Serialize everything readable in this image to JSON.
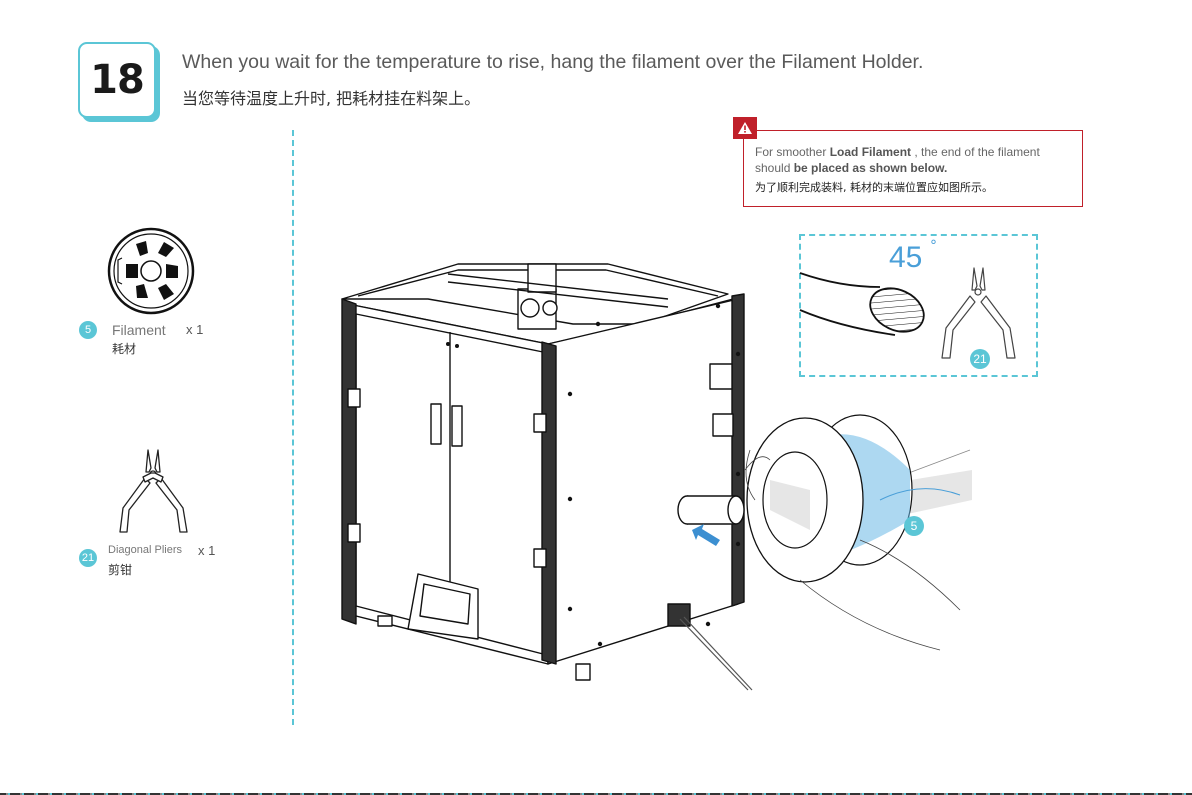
{
  "step": {
    "number": "18",
    "title_en": "When you wait for the temperature to rise, hang the filament over the Filament Holder.",
    "title_zh": "当您等待温度上升时, 把耗材挂在料架上。"
  },
  "parts": [
    {
      "callout": "5",
      "name_en": "Filament",
      "qty": "x 1",
      "name_zh": "耗材",
      "icon": "filament-spool-icon"
    },
    {
      "callout": "21",
      "name_en": "Diagonal Pliers",
      "qty": "x 1",
      "name_zh": "剪钳",
      "icon": "diagonal-pliers-icon"
    }
  ],
  "warning": {
    "icon": "warning-triangle-icon",
    "text_en_prefix": "For smoother ",
    "text_en_bold1": "Load Filament",
    "text_en_middle": " , the end of the filament",
    "text_en_line2_prefix": "should ",
    "text_en_bold2": "be placed as shown below.",
    "text_zh": "为了顺利完成装料, 耗材的末端位置应如图所示。"
  },
  "detail": {
    "angle": "45",
    "angle_unit": "°",
    "tool_callout": "21"
  },
  "illustration": {
    "filament_callout": "5",
    "arrow_icon": "blue-arrow-icon"
  },
  "colors": {
    "accent": "#5bc6d6",
    "warning": "#c0202a",
    "angle_text": "#4a9fd8",
    "filament_blue": "#6ab8e6"
  }
}
